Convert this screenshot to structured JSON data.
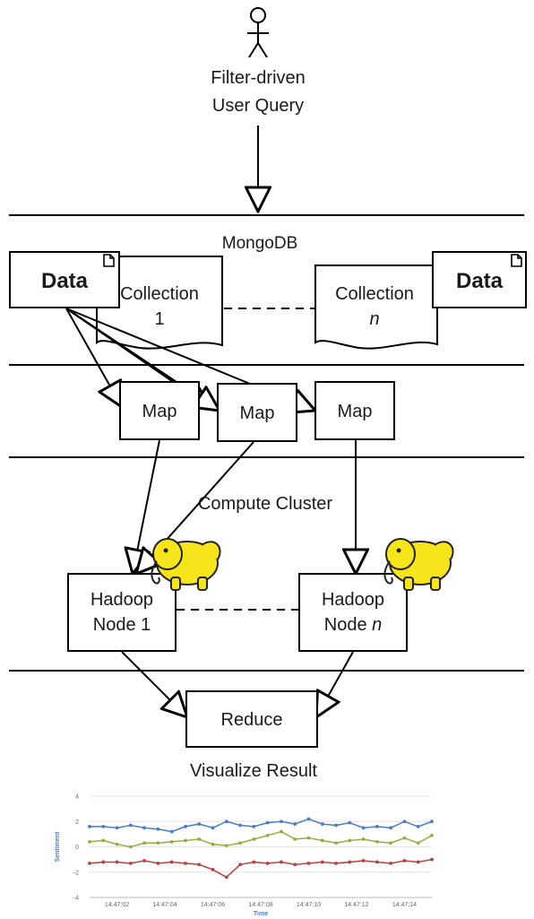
{
  "user": {
    "label_line1": "Filter-driven",
    "label_line2": "User Query"
  },
  "mongodb_label": "MongoDB",
  "data_left": "Data",
  "data_right": "Data",
  "collection_left": {
    "line1": "Collection",
    "line2": "1"
  },
  "collection_right": {
    "line1": "Collection",
    "line2": "n"
  },
  "map_labels": [
    "Map",
    "Map",
    "Map"
  ],
  "compute_cluster_label": "Compute Cluster",
  "hadoop_left": {
    "line1": "Hadoop",
    "line2": "Node 1"
  },
  "hadoop_right": {
    "line1": "Hadoop",
    "line2": "Node ",
    "line2_italic": "n"
  },
  "reduce_label": "Reduce",
  "visualize_label": "Visualize Result",
  "chart_data": {
    "type": "line",
    "xlabel": "Time",
    "ylabel": "Sentiment",
    "ylim": [
      -4,
      4
    ],
    "yticks": [
      4,
      2,
      0,
      -2,
      -4
    ],
    "xtick_labels": [
      "14:47:02",
      "14:47:04",
      "14:47:06",
      "14:47:08",
      "14:47:10",
      "14:47:12",
      "14:47:14"
    ],
    "x": [
      0,
      1,
      2,
      3,
      4,
      5,
      6,
      7,
      8,
      9,
      10,
      11,
      12,
      13,
      14,
      15,
      16,
      17,
      18,
      19,
      20,
      21,
      22,
      23,
      24,
      25
    ],
    "series": [
      {
        "color": "#4a7cc9",
        "values": [
          1.6,
          1.6,
          1.5,
          1.7,
          1.5,
          1.4,
          1.2,
          1.6,
          1.8,
          1.5,
          2.0,
          1.7,
          1.6,
          1.9,
          2.0,
          1.8,
          2.2,
          1.8,
          1.7,
          1.9,
          1.5,
          1.6,
          1.5,
          2.0,
          1.6,
          2.0
        ]
      },
      {
        "color": "#9aaa3e",
        "values": [
          0.4,
          0.5,
          0.2,
          0.0,
          0.3,
          0.3,
          0.4,
          0.5,
          0.6,
          0.2,
          0.1,
          0.3,
          0.6,
          0.9,
          1.2,
          0.6,
          0.7,
          0.5,
          0.3,
          0.5,
          0.6,
          0.4,
          0.3,
          0.7,
          0.3,
          0.9
        ]
      },
      {
        "color": "#b84040",
        "values": [
          -1.3,
          -1.2,
          -1.2,
          -1.3,
          -1.1,
          -1.3,
          -1.2,
          -1.3,
          -1.4,
          -1.8,
          -2.4,
          -1.4,
          -1.2,
          -1.3,
          -1.2,
          -1.4,
          -1.3,
          -1.2,
          -1.3,
          -1.2,
          -1.1,
          -1.2,
          -1.3,
          -1.1,
          -1.2,
          -1.0
        ]
      }
    ]
  }
}
